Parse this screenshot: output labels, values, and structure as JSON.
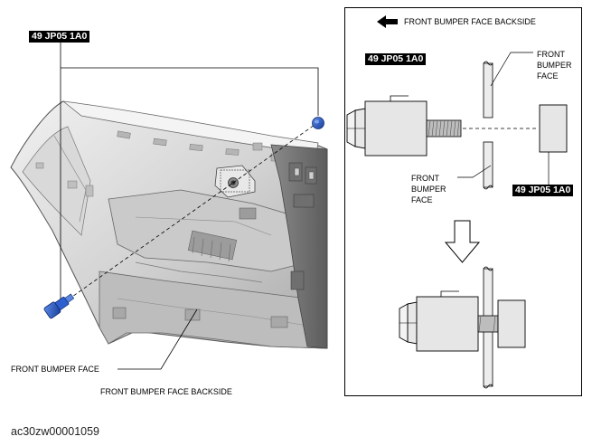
{
  "left_view": {
    "tool_tag": "49 JP05 1A0",
    "callout_front_bumper_face": "FRONT BUMPER FACE",
    "caption": "FRONT BUMPER FACE BACKSIDE"
  },
  "detail_panel": {
    "direction_label": "FRONT BUMPER FACE BACKSIDE",
    "tool_tag_bolt": "49 JP05 1A0",
    "tool_tag_nut": "49 JP05 1A0",
    "front_bumper_face_top": [
      "FRONT",
      "BUMPER",
      "FACE"
    ],
    "front_bumper_face_mid": [
      "FRONT",
      "BUMPER",
      "FACE"
    ]
  },
  "figure_code": "ac30zw00001059",
  "colors": {
    "tool_blue": "#1f4fb8",
    "bumper_gray": "#cfcfcf",
    "panel_part_gray": "#e4e4e4"
  }
}
